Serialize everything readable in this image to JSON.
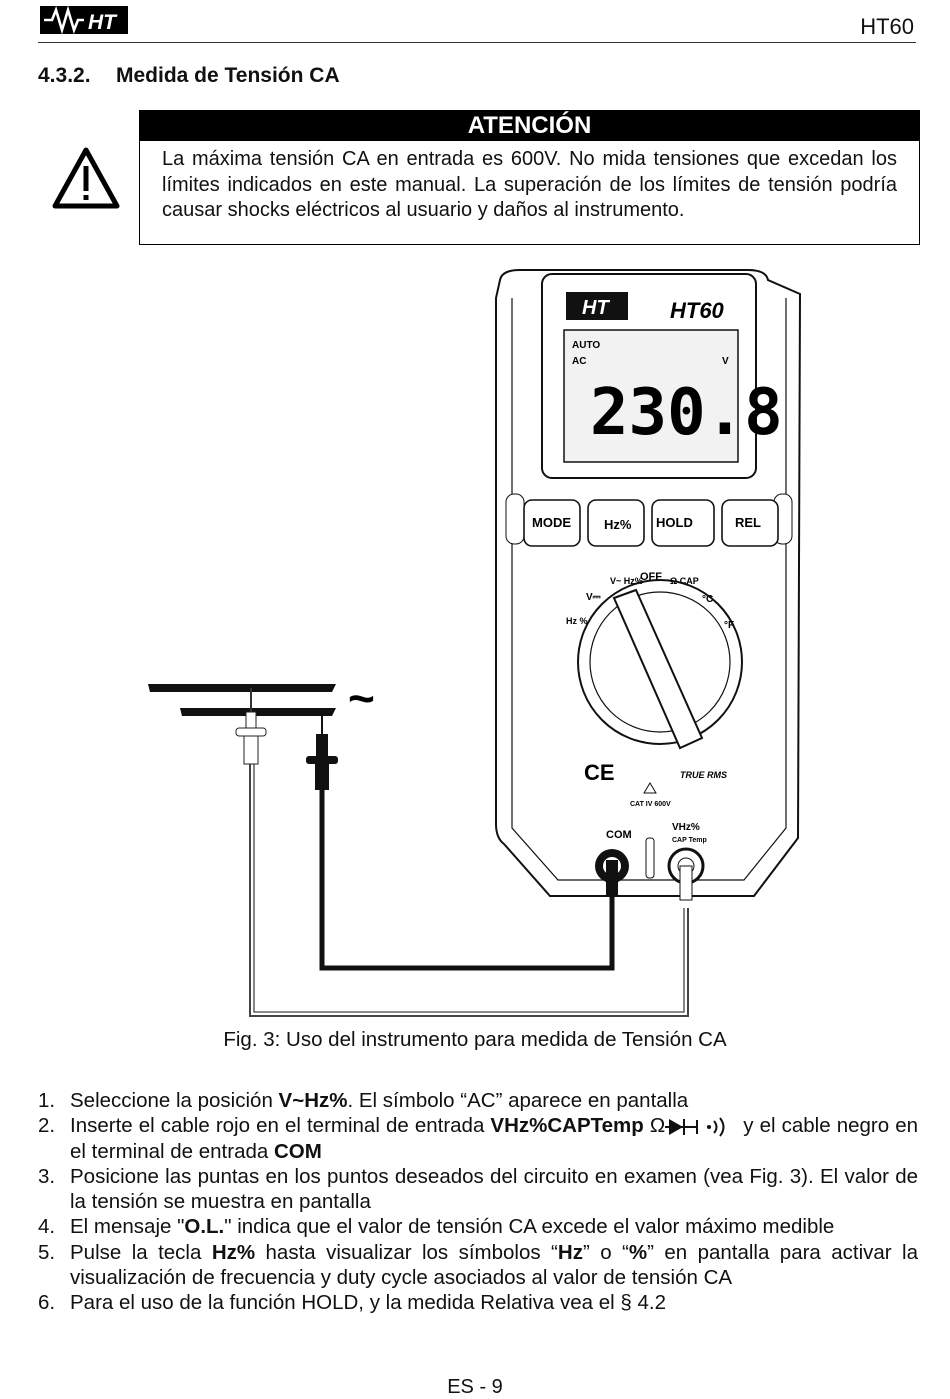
{
  "header": {
    "logo_text": "HT",
    "doc_id": "HT60"
  },
  "section": {
    "number": "4.3.2.",
    "title": "Medida de Tensión CA"
  },
  "warning": {
    "title": "ATENCIÓN",
    "text": "La máxima tensión CA en entrada es 600V. No mida tensiones que excedan los límites indicados en este manual. La superación de los límites de tensión podría causar shocks eléctricos al usuario y daños al instrumento."
  },
  "figure": {
    "brand": "HT",
    "model": "HT60",
    "display": {
      "mode_auto": "AUTO",
      "mode_ac": "AC",
      "unit": "V",
      "reading": "230.8"
    },
    "buttons": [
      "MODE",
      "Hz%",
      "HOLD",
      "REL"
    ],
    "dial": {
      "off": "OFF",
      "v_hz": "V~ Hz%",
      "v_dc": "V⎓",
      "hz_pct": "Hz %",
      "ohm_cap": "Ω CAP",
      "celsius": "°C",
      "fahrenheit": "°F"
    },
    "ce": "CE",
    "true_rms": "TRUE RMS",
    "cat": "CAT IV 600V",
    "terminal_com": "COM",
    "terminal_v": "VHz%",
    "terminal_v_sub": "CAP Temp",
    "ac_symbol": "~"
  },
  "caption": "Fig. 3: Uso del instrumento para medida de Tensión CA",
  "steps": [
    {
      "n": "1.",
      "a": "Seleccione la posición ",
      "b": "V~Hz%",
      "c": ". El símbolo “AC” aparece en pantalla"
    },
    {
      "n": "2.",
      "a": "Inserte el cable rojo en el terminal de entrada ",
      "b": "VHz%CAPTemp",
      "c": " Ω",
      "d": " y el cable negro en el terminal de entrada ",
      "e": "COM"
    },
    {
      "n": "3.",
      "a": "Posicione las puntas en los puntos deseados del circuito en examen (vea Fig. 3). El valor de la tensión se muestra en pantalla"
    },
    {
      "n": "4.",
      "a": "El mensaje \"",
      "b": "O.L.",
      "c": "\" indica que el valor de tensión CA excede el valor máximo medible"
    },
    {
      "n": "5.",
      "a": "Pulse la tecla ",
      "b": "Hz%",
      "c": " hasta visualizar los símbolos “",
      "d": "Hz",
      "e": "” o “",
      "f": "%",
      "g": "” en pantalla para activar la visualización de frecuencia y duty cycle asociados al valor de tensión CA"
    },
    {
      "n": "6.",
      "a": "Para el uso de la función HOLD, y la medida Relativa vea el § 4.2"
    }
  ],
  "footer": "ES - 9"
}
